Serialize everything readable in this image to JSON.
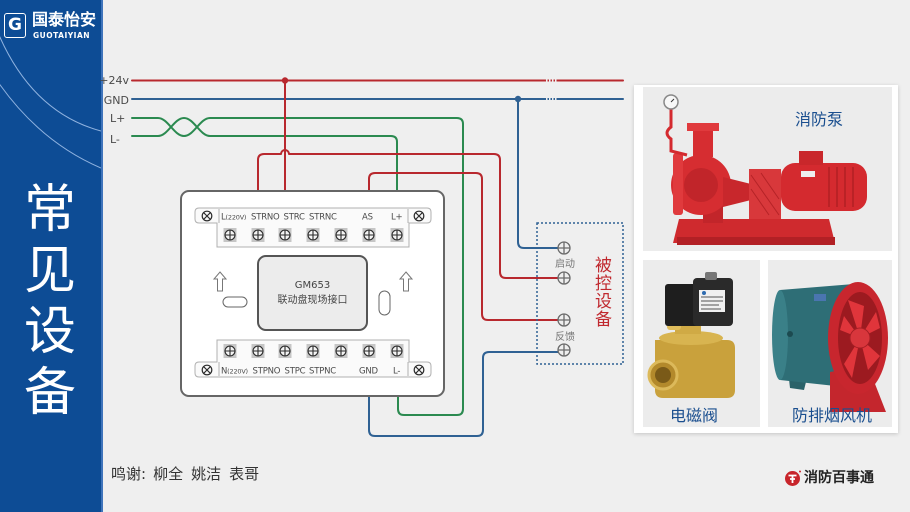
{
  "brand": {
    "logo_letter": "G",
    "name_cn": "国泰怡安",
    "name_en": "GUOTAIYIAN"
  },
  "sidebar": {
    "title": "常见设备"
  },
  "diagram": {
    "bus": [
      {
        "label": "+24v"
      },
      {
        "label": "GND"
      },
      {
        "label": "L+"
      },
      {
        "label": "L-"
      }
    ],
    "module": {
      "model": "GM653",
      "name": "联动盘现场接口",
      "top_terminals": [
        {
          "main": "L",
          "sub": "(220V)"
        },
        {
          "main": "STRNO"
        },
        {
          "main": "STRC"
        },
        {
          "main": "STRNC"
        },
        {
          "main": "AS"
        },
        {
          "main": "L+"
        }
      ],
      "bottom_terminals": [
        {
          "main": "N",
          "sub": "(220V)"
        },
        {
          "main": "STPNO"
        },
        {
          "main": "STPC"
        },
        {
          "main": "STPNC"
        },
        {
          "main": "GND"
        },
        {
          "main": "L-"
        }
      ]
    },
    "controlled_device": {
      "title": "被控设备",
      "start_label": "启动",
      "feedback_label": "反馈"
    }
  },
  "equipment": [
    {
      "name": "消防泵",
      "icon": "fire-pump"
    },
    {
      "name": "电磁阀",
      "icon": "solenoid-valve"
    },
    {
      "name": "防排烟风机",
      "icon": "smoke-exhaust-fan"
    }
  ],
  "credits": {
    "prefix": "鸣谢:",
    "names": [
      "柳全",
      "姚洁",
      "表哥"
    ]
  },
  "footer": {
    "brand": "消防百事通",
    "logo_icon": "fire-brand-logo"
  },
  "colors": {
    "sidebar_bg": "#0d4c95",
    "wire_power": "#b8282e",
    "wire_ground": "#2f6193",
    "wire_bus": "#2b8a50",
    "device_title": "#c0282e",
    "equipment_label": "#1b4f8f",
    "page_bg": "#efefef"
  }
}
